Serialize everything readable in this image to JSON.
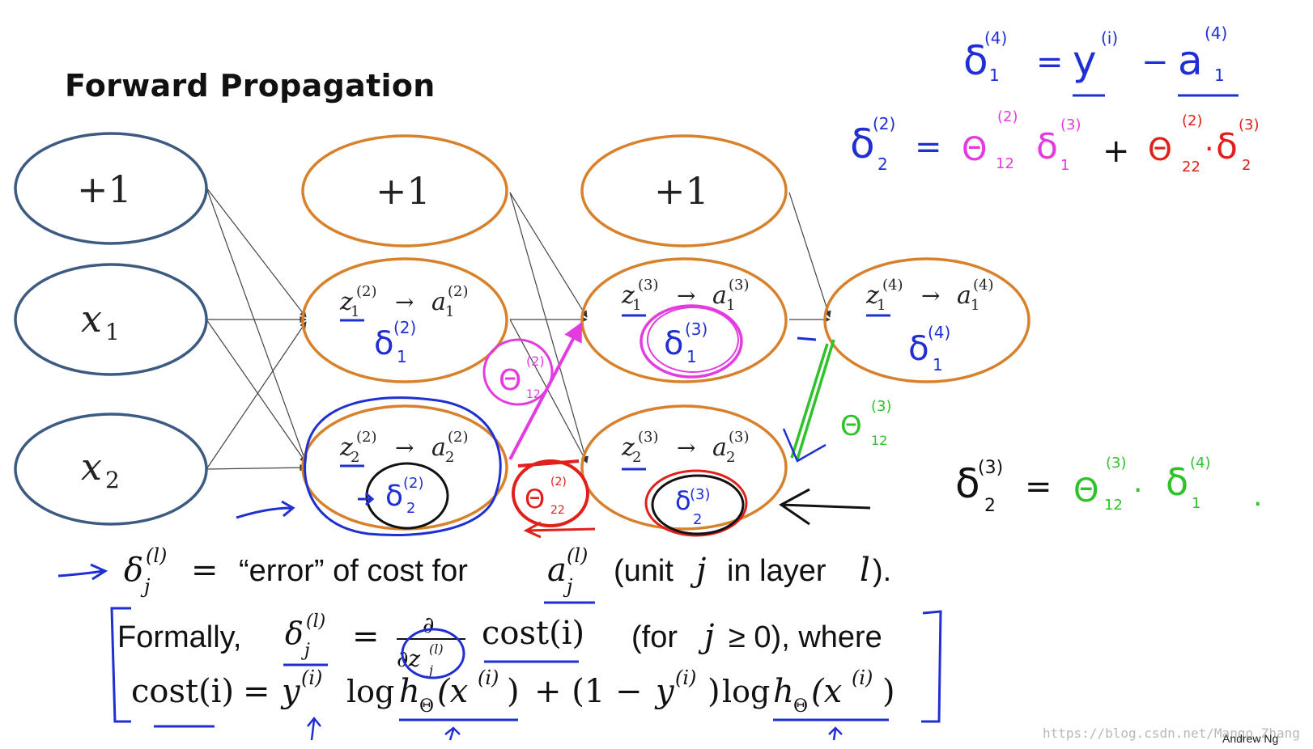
{
  "title": "Forward Propagation",
  "layers": {
    "input": {
      "bias": "+1",
      "x1": "x",
      "x1_sub": "1",
      "x2": "x",
      "x2_sub": "2"
    },
    "hidden1": {
      "bias": "+1",
      "unit1": {
        "z": "z",
        "z_sub": "1",
        "sup": "(2)",
        "arrow": "→",
        "a": "a",
        "a_sub": "1",
        "a_sup": "(2)",
        "delta": "δ",
        "delta_sub": "1",
        "delta_sup": "(2)"
      },
      "unit2": {
        "z": "z",
        "z_sub": "2",
        "sup": "(2)",
        "arrow": "→",
        "a": "a",
        "a_sub": "2",
        "a_sup": "(2)",
        "delta": "δ",
        "delta_sub": "2",
        "delta_sup": "(2)"
      }
    },
    "hidden2": {
      "bias": "+1",
      "unit1": {
        "z": "z",
        "z_sub": "1",
        "sup": "(3)",
        "arrow": "→",
        "a": "a",
        "a_sub": "1",
        "a_sup": "(3)",
        "delta": "δ",
        "delta_sub": "1",
        "delta_sup": "(3)"
      },
      "unit2": {
        "z": "z",
        "z_sub": "2",
        "sup": "(3)",
        "arrow": "→",
        "a": "a",
        "a_sub": "2",
        "a_sup": "(3)",
        "delta": "δ",
        "delta_sub": "2",
        "delta_sup": "(3)"
      }
    },
    "output": {
      "z": "z",
      "z_sub": "1",
      "sup": "(4)",
      "arrow": "→",
      "a": "a",
      "a_sub": "1",
      "a_sup": "(4)",
      "delta": "δ",
      "delta_sub": "1",
      "delta_sup": "(4)"
    }
  },
  "weight_labels": {
    "pink": {
      "sym": "Θ",
      "sup": "(2)",
      "sub": "12"
    },
    "red": {
      "sym": "Θ",
      "sup": "(2)",
      "sub": "22"
    },
    "green": {
      "sym": "Θ",
      "sup": "(3)",
      "sub": "12"
    }
  },
  "equations": {
    "eq1": {
      "lhs": "δ",
      "lhs_sub": "1",
      "lhs_sup": "(4)",
      "eq": "=",
      "y": "y",
      "y_sup": "(i)",
      "minus": "−",
      "a": "a",
      "a_sub": "1",
      "a_sup": "(4)"
    },
    "eq2": {
      "lhs": "δ",
      "lhs_sub": "2",
      "lhs_sup": "(2)",
      "eq": "=",
      "t1": "Θ",
      "t1_sup": "(2)",
      "t1_sub": "12",
      "d1": "δ",
      "d1_sub": "1",
      "d1_sup": "(3)",
      "plus": "+",
      "t2": "Θ",
      "t2_sup": "(2)",
      "t2_sub": "22",
      "dot": "·",
      "d2": "δ",
      "d2_sub": "2",
      "d2_sup": "(3)"
    },
    "eq3": {
      "lhs": "δ",
      "lhs_sub": "2",
      "lhs_sup": "(3)",
      "eq": "=",
      "t": "Θ",
      "t_sup": "(3)",
      "t_sub": "12",
      "dot": "·",
      "d": "δ",
      "d_sub": "1",
      "d_sup": "(4)",
      "end": "."
    }
  },
  "definition": {
    "delta": "δ",
    "sub": "j",
    "sup": "(l)",
    "eq": "=",
    "text1": "“error” of cost for",
    "a": "a",
    "a_sub": "j",
    "a_sup": "(l)",
    "text2": "(unit",
    "j": "j",
    "text3": "in layer",
    "l": "l",
    "text4": ")."
  },
  "formal": {
    "label": "Formally,",
    "delta": "δ",
    "sub": "j",
    "sup": "(l)",
    "eq": "=",
    "partial": "∂",
    "dz": "∂z",
    "dz_sub": "j",
    "dz_sup": "(l)",
    "cost": "cost(i)",
    "cond": "(for",
    "j": "j",
    "geq": "≥ 0), where"
  },
  "cost_line": {
    "cost": "cost(i)",
    "eq": "=",
    "y": "y",
    "y_sup": "(i)",
    "log": "log",
    "h": "h",
    "h_sub": "Θ",
    "x": "(x",
    "x_sup": "(i)",
    "close": ")",
    "plus": "+ (1 −",
    "y2": "y",
    "y2_sup": "(i)",
    "close2": ")",
    "log2": "log",
    "h2": "h",
    "h2_sub": "Θ",
    "x2": "(x",
    "x2_sup": "(i)",
    "close3": ")"
  },
  "credit": "Andrew Ng",
  "watermark": "https://blog.csdn.net/Mango_Zhang",
  "colors": {
    "input_node": "#3d5a80",
    "hidden_node": "#d8812c",
    "blue_ink": "#1f2fd1",
    "pink_ink": "#e23ce0",
    "red_ink": "#e0201a",
    "green_ink": "#2fc22a",
    "black_ink": "#111111"
  }
}
